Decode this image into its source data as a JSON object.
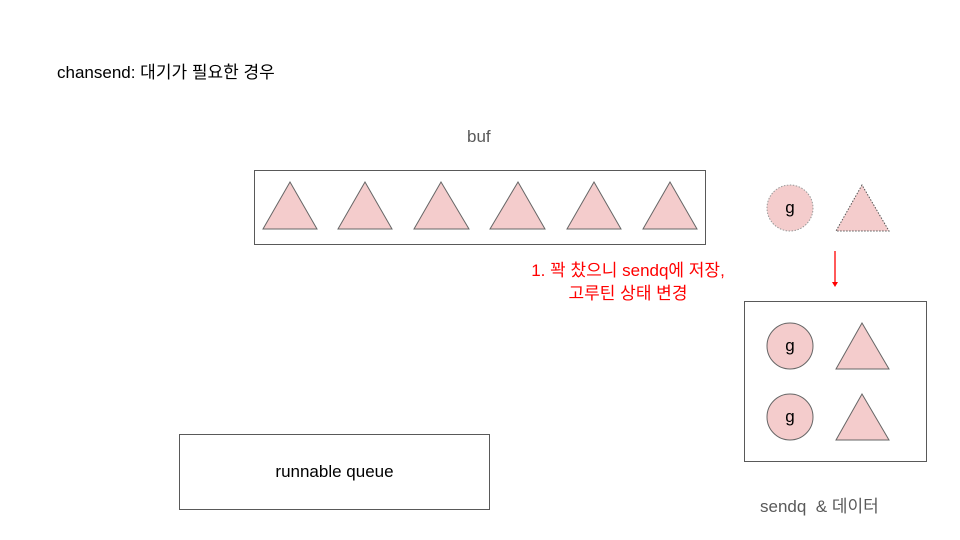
{
  "title": "chansend: 대기가 필요한 경우",
  "buf": {
    "label": "buf",
    "items": [
      "triangle",
      "triangle",
      "triangle",
      "triangle",
      "triangle",
      "triangle"
    ]
  },
  "incoming": {
    "goroutine_label": "g",
    "style": "dotted"
  },
  "annotation": {
    "line1": "1. 꽉 찼으니 sendq에 저장,",
    "line2": "고루틴 상태 변경",
    "color": "#ff0000"
  },
  "sendq": {
    "label": "sendq  & 데이터",
    "rows": [
      {
        "goroutine_label": "g"
      },
      {
        "goroutine_label": "g"
      }
    ]
  },
  "runnable_queue": {
    "label": "runnable queue"
  },
  "colors": {
    "shape_fill": "#f4cccc",
    "shape_stroke": "#666666",
    "box_stroke": "#595959",
    "arrow": "#ff0000"
  }
}
